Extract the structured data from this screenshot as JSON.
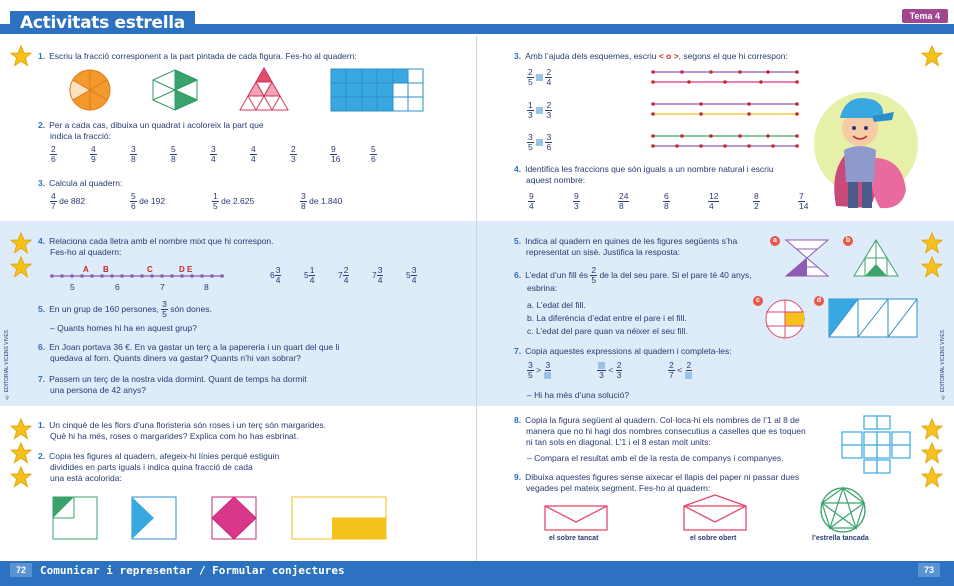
{
  "header": {
    "title": "Activitats estrella",
    "tema": "Tema 4"
  },
  "footer": {
    "page_left": "72",
    "title": "Comunicar i representar / Formular conjectures",
    "page_right": "73"
  },
  "side_text": "© EDITORIAL VICENS VIVES",
  "left": {
    "q1": {
      "num": "1.",
      "text": "Escriu la fracció corresponent a la part pintada de cada figura. Fes-ho al quadern:"
    },
    "q2": {
      "num": "2.",
      "text1": "Per a cada cas, dibuixa un quadrat i acoloreix la part que",
      "text2": "indica la fracció:",
      "fracs": [
        [
          "2",
          "6"
        ],
        [
          "4",
          "9"
        ],
        [
          "3",
          "8"
        ],
        [
          "5",
          "8"
        ],
        [
          "3",
          "4"
        ],
        [
          "4",
          "4"
        ],
        [
          "2",
          "3"
        ],
        [
          "9",
          "16"
        ],
        [
          "5",
          "6"
        ]
      ]
    },
    "q3": {
      "num": "3.",
      "text": "Calcula al quadern:",
      "items": [
        {
          "n": "4",
          "d": "7",
          "t": "de 882"
        },
        {
          "n": "5",
          "d": "6",
          "t": "de 192"
        },
        {
          "n": "1",
          "d": "5",
          "t": "de 2.625"
        },
        {
          "n": "3",
          "d": "8",
          "t": "de 1.840"
        }
      ]
    },
    "q4": {
      "num": "4.",
      "text1": "Relaciona cada lletra amb el nombre mixt que hi correspon.",
      "text2": "Fes-ho al quadern:",
      "letters": [
        "A",
        "B",
        "C",
        "D",
        "E"
      ],
      "ticks": [
        "5",
        "6",
        "7",
        "8"
      ],
      "mixed": [
        {
          "w": "6",
          "n": "3",
          "d": "4"
        },
        {
          "w": "5",
          "n": "1",
          "d": "4"
        },
        {
          "w": "7",
          "n": "2",
          "d": "4"
        },
        {
          "w": "7",
          "n": "3",
          "d": "4"
        },
        {
          "w": "5",
          "n": "3",
          "d": "4"
        }
      ]
    },
    "q5": {
      "num": "5.",
      "text_a": "En un grup de 160 persones,",
      "frac": [
        "3",
        "5"
      ],
      "text_b": "són dones.",
      "sub": "– Quants homes hi ha en aquest grup?"
    },
    "q6": {
      "num": "6.",
      "text1": "En Joan portava 36 €. En va gastar un terç a la papereria i un quart del que li",
      "text2": "quedava al forn. Quants diners va gastar? Quants n’hi van sobrar?"
    },
    "q7": {
      "num": "7.",
      "text1": "Passem un terç de la nostra vida dormint. Quant de temps ha dormit",
      "text2": "una persona de 42 anys?"
    },
    "b1": {
      "num": "1.",
      "text1": "Un cinquè de les flors d’una floristeria són roses i un terç són margarides.",
      "text2": "Què hi ha més, roses o margarides? Explica com ho has esbrinat."
    },
    "b2": {
      "num": "2.",
      "text1": "Copia les figures al quadern, afegeix-hi línies perquè estiguin",
      "text2": "dividides en parts iguals i indica quina fracció de cada",
      "text3": "una està acolorida:"
    }
  },
  "right": {
    "q3": {
      "num": "3.",
      "text_a": "Amb l’ajuda dels esquemes, escriu",
      "symbols": "< o >",
      "text_b": ", segons el que hi correspon:",
      "pairs": [
        [
          [
            "2",
            "5"
          ],
          [
            "2",
            "4"
          ]
        ],
        [
          [
            "1",
            "3"
          ],
          [
            "2",
            "3"
          ]
        ],
        [
          [
            "3",
            "5"
          ],
          [
            "3",
            "6"
          ]
        ]
      ]
    },
    "q4": {
      "num": "4.",
      "text1": "Identifica les fraccions que són iguals a un nombre natural i escriu",
      "text2": "aquest nombre:",
      "fracs": [
        [
          "9",
          "4"
        ],
        [
          "9",
          "3"
        ],
        [
          "24",
          "8"
        ],
        [
          "6",
          "8"
        ],
        [
          "12",
          "4"
        ],
        [
          "8",
          "2"
        ],
        [
          "7",
          "14"
        ]
      ]
    },
    "q5": {
      "num": "5.",
      "text1": "Indica al quadern en quines de les figures següents s’ha",
      "text2": "representat un sisè. Justifica la resposta:",
      "labels": [
        "a",
        "b",
        "c",
        "d"
      ]
    },
    "q6": {
      "num": "6.",
      "text_a": "L’edat d’un fill és",
      "frac": [
        "2",
        "5"
      ],
      "text_b": "de la del seu pare. Si el pare té 40 anys,",
      "text2": "esbrina:",
      "items": [
        "a.  L’edat del fill.",
        "b.  La diferència d’edat entre el pare i el fill.",
        "c.  L’edat del pare quan va néixer el seu fill."
      ]
    },
    "q7": {
      "num": "7.",
      "text": "Copia aquestes expressions al quadern i completa-les:",
      "sub": "– Hi ha més d’una solució?"
    },
    "q8": {
      "num": "8.",
      "text1": "Copia la figura següent al quadern. Col·loca-hi els nombres de l’1 al 8 de",
      "text2": "manera que no hi hagi dos nombres consecutius a caselles que es toquen",
      "text3": "ni tan sols en diagonal. L’1 i el 8 estan molt units:",
      "sub": "– Compara el resultat amb el de la resta de companys i companyes."
    },
    "q9": {
      "num": "9.",
      "text1": "Dibuixa aquestes figures sense aixecar el llapis del paper ni passar dues",
      "text2": "vegades pel mateix segment. Fes-ho al quadern:",
      "captions": [
        "el sobre tancat",
        "el sobre obert",
        "l’estrella tancada"
      ]
    }
  },
  "colors": {
    "blue": "#2d72c0",
    "band": "#deebf8",
    "orange": "#f29a2e",
    "green": "#3aa36b",
    "pink": "#e24b6c",
    "cyan": "#3aa8e0",
    "purple": "#8e5bb5",
    "yellow": "#f4c21b"
  }
}
